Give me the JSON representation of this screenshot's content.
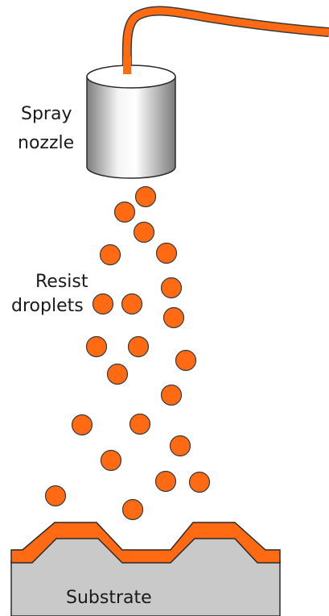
{
  "labels": {
    "nozzle_line1": "Spray",
    "nozzle_line2": "nozzle",
    "droplets_line1": "Resist",
    "droplets_line2": "droplets",
    "substrate": "Substrate"
  },
  "colors": {
    "resist": "#ff6a13",
    "resist_edge": "#3a3a3a",
    "substrate": "#c9c9c9"
  }
}
